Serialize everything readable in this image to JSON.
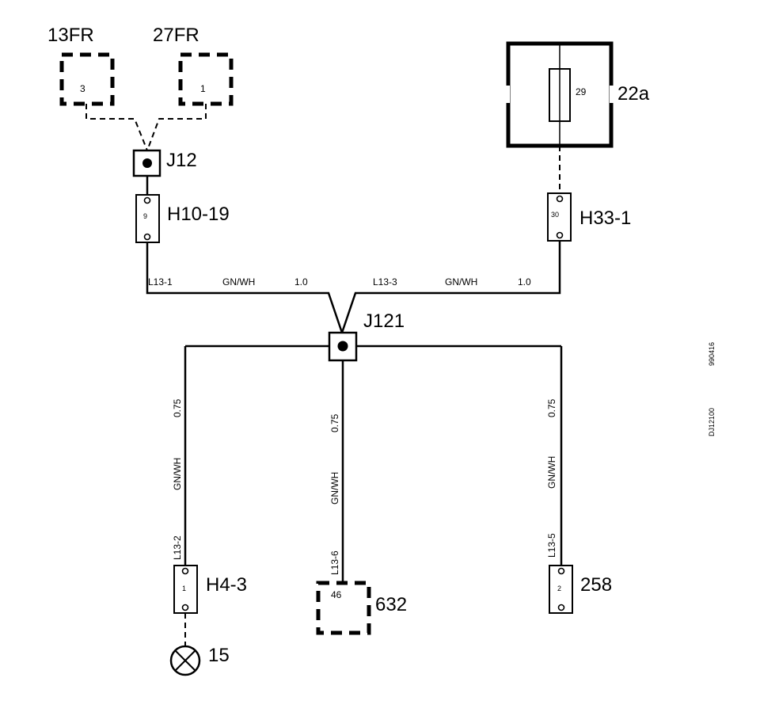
{
  "components": {
    "c13fr": {
      "label": "13FR",
      "pin": "3"
    },
    "c27fr": {
      "label": "27FR",
      "pin": "1"
    },
    "j12": {
      "label": "J12"
    },
    "h10": {
      "label": "H10-19",
      "pin": "9"
    },
    "fusebox": {
      "label": "22a",
      "fuse": "29"
    },
    "h33": {
      "label": "H33-1",
      "pin": "30"
    },
    "j121": {
      "label": "J121"
    },
    "h4": {
      "label": "H4-3",
      "pin": "1"
    },
    "lamp": {
      "label": "15"
    },
    "c632": {
      "label": "632",
      "pin": "46"
    },
    "c258": {
      "label": "258",
      "pin": "2"
    }
  },
  "wires": {
    "l13_1": {
      "id": "L13-1",
      "color": "GN/WH",
      "size": "1.0"
    },
    "l13_3": {
      "id": "L13-3",
      "color": "GN/WH",
      "size": "1.0"
    },
    "l13_2": {
      "id": "L13-2",
      "color": "GN/WH",
      "size": "0.75"
    },
    "l13_6": {
      "id": "L13-6",
      "color": "GN/WH",
      "size": "0.75"
    },
    "l13_5": {
      "id": "L13-5",
      "color": "GN/WH",
      "size": "0.75"
    }
  },
  "margin_codes": {
    "code1": "990416",
    "code2": "DJ12100"
  }
}
